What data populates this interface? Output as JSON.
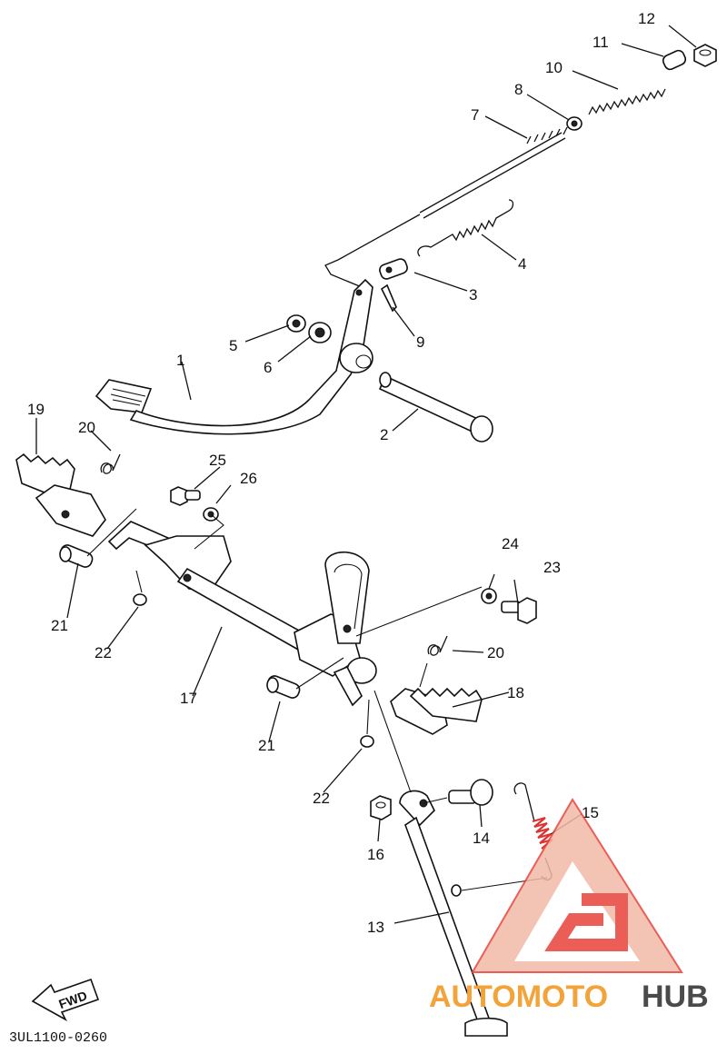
{
  "diagram": {
    "code": "3UL1100-0260",
    "fwd_label": "FWD",
    "callouts": [
      "1",
      "2",
      "3",
      "4",
      "5",
      "6",
      "7",
      "8",
      "9",
      "10",
      "11",
      "12",
      "13",
      "14",
      "15",
      "16",
      "17",
      "18",
      "19",
      "20",
      "20",
      "21",
      "21",
      "22",
      "22",
      "23",
      "24",
      "25",
      "26"
    ]
  },
  "watermark": {
    "brand_part1": "AUTOMOTO",
    "brand_part2": "HUB",
    "colors": {
      "orange": "#f2a33a",
      "red": "#e8413a",
      "gray": "#4a4a4a",
      "triangle_fill": "#f2b9a8"
    }
  }
}
